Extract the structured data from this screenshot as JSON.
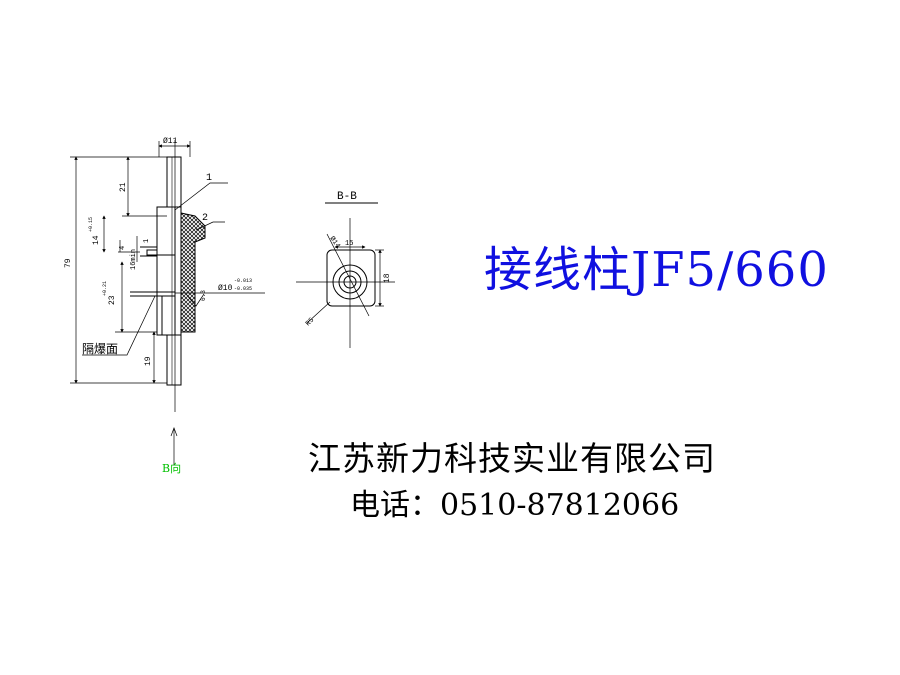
{
  "title": "接线柱JF5/660",
  "company": "江苏新力科技实业有限公司",
  "phone": "电话：0510-87812066",
  "drawing": {
    "diameter_top": "Ø11",
    "dim_overall": "79",
    "dim_top": "21",
    "dim_14": "14",
    "dim_14_tol": "+0.15",
    "dim_4": "4",
    "dim_1": "1",
    "dim_16min": "16min",
    "dim_23": "23",
    "dim_23_tol": "+0.21",
    "dim_19": "19",
    "dim_diameter10": "Ø10",
    "dim_diameter10_tol_upper": "-0.013",
    "dim_diameter10_tol_lower": "-0.035",
    "roughness": "6.3",
    "part_1": "1",
    "part_2": "2",
    "explosion_face": "隔爆面",
    "view_arrow": "B向",
    "section_label": "B-B",
    "section_dim_15": "15",
    "section_dim_18": "18",
    "section_dim_diam": "Ø14",
    "section_dim_r": "R5"
  },
  "colors": {
    "title": "#1010e0",
    "view_arrow": "#00c000",
    "line": "#000000"
  }
}
